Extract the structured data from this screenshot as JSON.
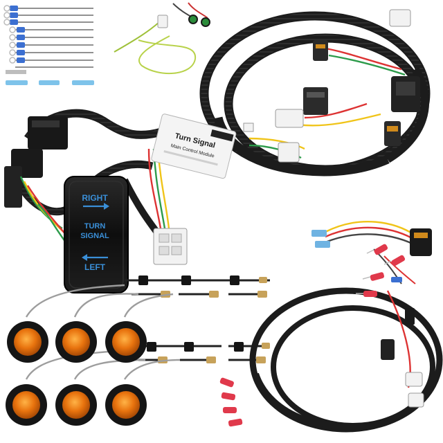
{
  "rocker_switch": {
    "top_label": "RIGHT",
    "middle_line1": "TURN",
    "middle_line2": "SIGNAL",
    "bottom_label": "LEFT",
    "glow_color": "#3a8fd8"
  },
  "control_module": {
    "title_line1": "Turn Signal",
    "title_line2": "Main Control Module"
  },
  "colors": {
    "amber_lens": "#e8730e",
    "loom_black": "#1c1c1c",
    "connector_white": "#f2f2f2",
    "terminal_blue": "#3b6fd1",
    "terminal_red": "#e0394b",
    "ground_green_yellow": "#9fc13a"
  },
  "icons": [
    "arrow-right-icon",
    "arrow-left-icon"
  ]
}
